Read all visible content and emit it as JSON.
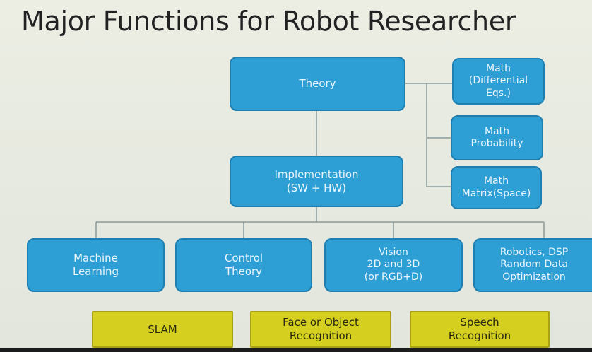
{
  "slide": {
    "title": "Major Functions for Robot Researcher"
  },
  "nodes": {
    "theory": "Theory",
    "implementation": "Implementation\n(SW + HW)",
    "math_differential": "Math\n(Differential\nEqs.)",
    "math_probability": "Math\nProbability",
    "math_matrix": "Math\nMatrix(Space)",
    "machine_learning": "Machine\nLearning",
    "control_theory": "Control\nTheory",
    "vision": "Vision\n2D and 3D\n(or RGB+D)",
    "robotics": "Robotics, DSP\nRandom Data\nOptimization"
  },
  "applications": {
    "slam": "SLAM",
    "face_object": "Face or Object\nRecognition",
    "speech": "Speech\nRecognition"
  },
  "colors": {
    "node_fill": "#2d9fd4",
    "node_border": "#1f7fb0",
    "application_fill": "#d5cf1f",
    "connector": "#8a9a9a"
  }
}
